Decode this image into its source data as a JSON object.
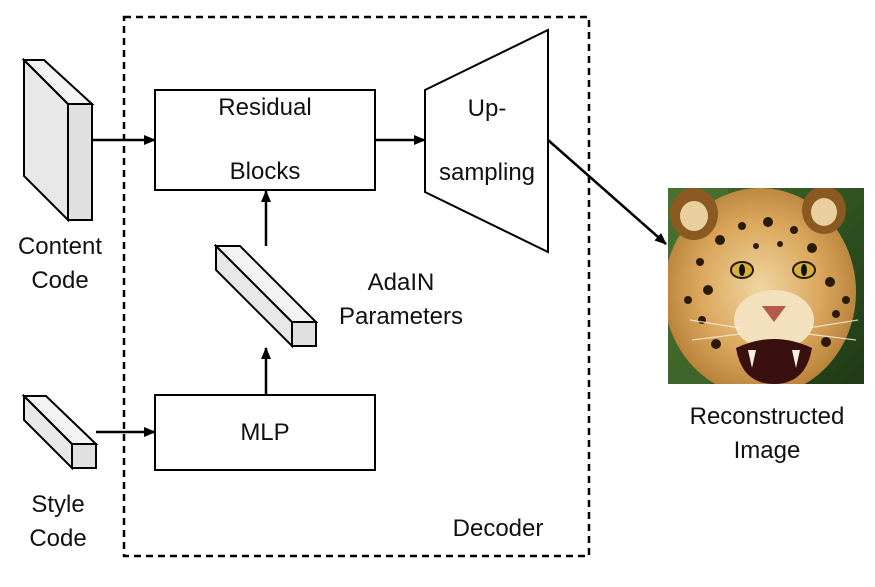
{
  "diagram": {
    "decoder_label": "Decoder",
    "content_code": {
      "line1": "Content",
      "line2": "Code"
    },
    "style_code": {
      "line1": "Style",
      "line2": "Code"
    },
    "residual_blocks": {
      "line1": "Residual",
      "line2": "Blocks"
    },
    "upsampling": {
      "line1": "Up-",
      "line2": "sampling"
    },
    "adain": {
      "line1": "AdaIN",
      "line2": "Parameters"
    },
    "mlp": "MLP",
    "reconstructed": {
      "line1": "Reconstructed",
      "line2": "Image"
    }
  }
}
